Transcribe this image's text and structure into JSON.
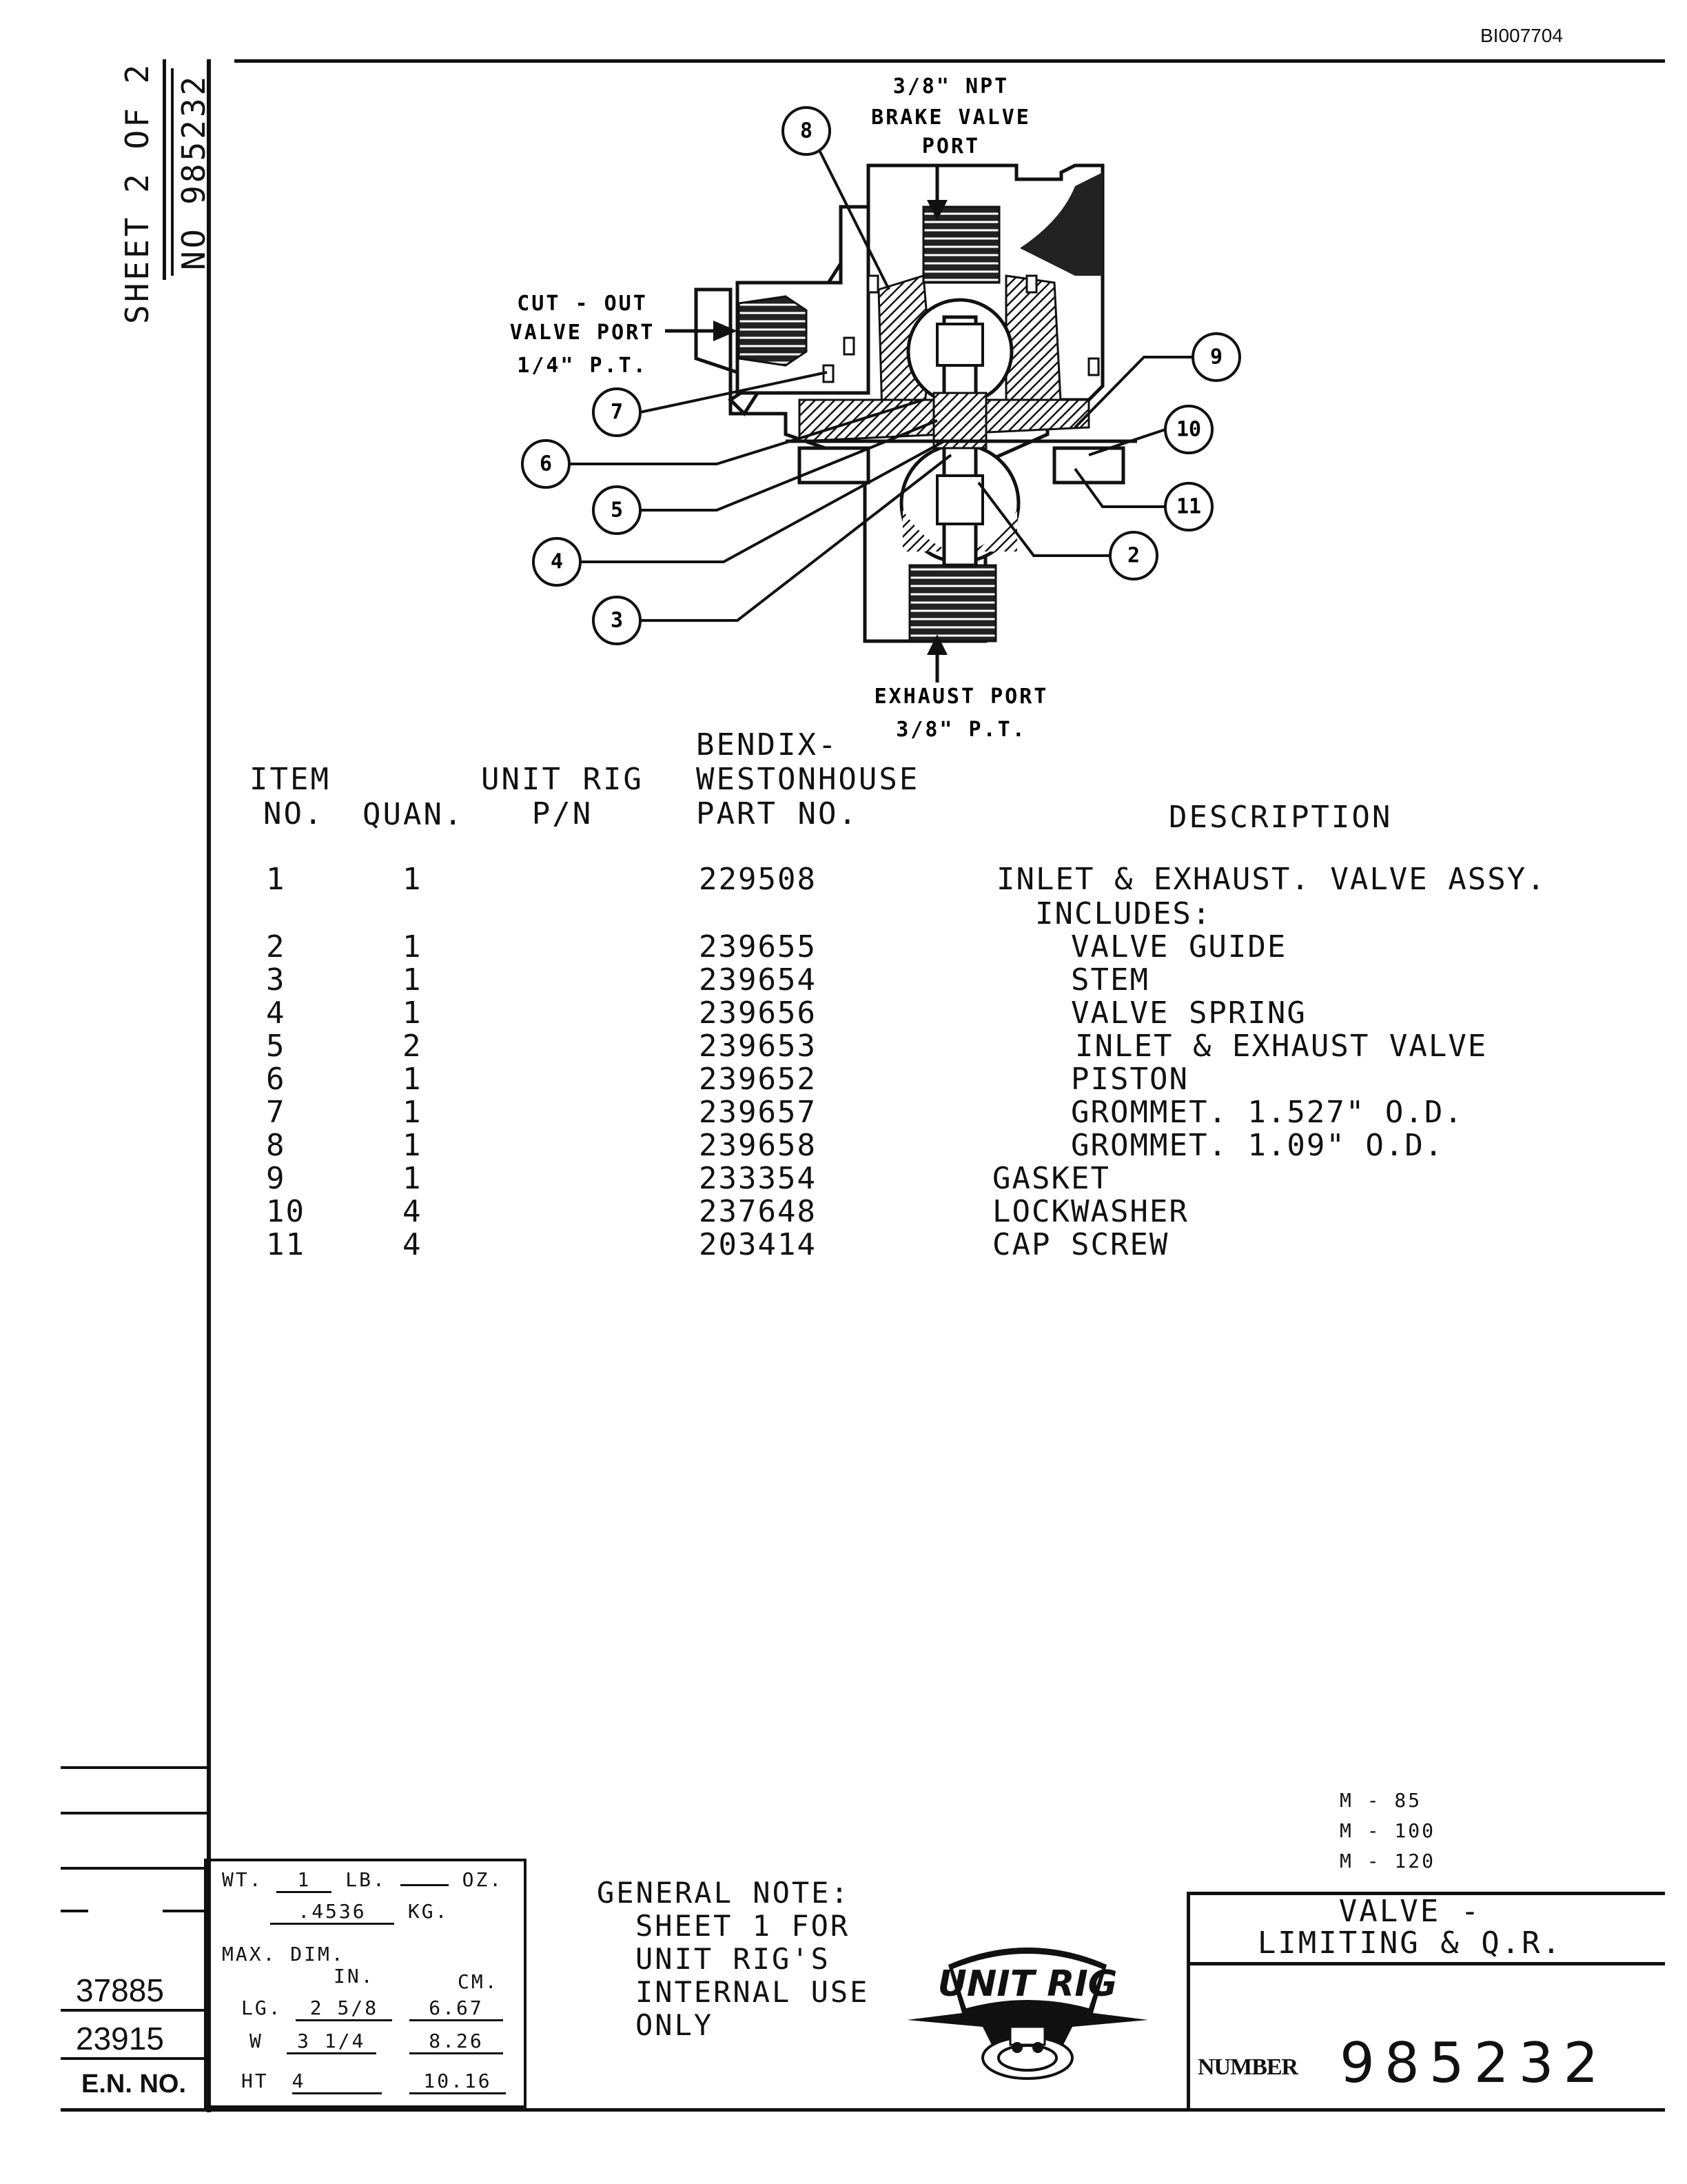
{
  "doc_id": "BI007704",
  "sheet_label": "SHEET 2 OF 2",
  "sheet_no": "NO 985232",
  "drawing": {
    "callouts": [
      "8",
      "9",
      "10",
      "11",
      "2",
      "3",
      "4",
      "5",
      "6",
      "7"
    ],
    "brake_port": [
      "3/8\" NPT",
      "BRAKE VALVE",
      "PORT"
    ],
    "cutout_port": [
      "CUT - OUT",
      "VALVE PORT",
      "1/4\" P.T."
    ],
    "exhaust_port": [
      "EXHAUST PORT",
      "3/8\" P.T."
    ]
  },
  "table": {
    "headers": {
      "item": [
        "ITEM",
        "NO."
      ],
      "quan": "QUAN.",
      "unitrig": [
        "UNIT RIG",
        "P/N"
      ],
      "bendix": [
        "BENDIX-",
        "WESTONHOUSE",
        "PART NO."
      ],
      "desc": "DESCRIPTION"
    },
    "rows": [
      {
        "item": "1",
        "quan": "1",
        "part": "229508",
        "desc": "INLET & EXHAUST. VALVE ASSY."
      },
      {
        "item": "",
        "quan": "",
        "part": "",
        "desc": "INCLUDES:"
      },
      {
        "item": "2",
        "quan": "1",
        "part": "239655",
        "desc": "VALVE GUIDE"
      },
      {
        "item": "3",
        "quan": "1",
        "part": "239654",
        "desc": "STEM"
      },
      {
        "item": "4",
        "quan": "1",
        "part": "239656",
        "desc": "VALVE SPRING"
      },
      {
        "item": "5",
        "quan": "2",
        "part": "239653",
        "desc": "INLET & EXHAUST VALVE"
      },
      {
        "item": "6",
        "quan": "1",
        "part": "239652",
        "desc": "PISTON"
      },
      {
        "item": "7",
        "quan": "1",
        "part": "239657",
        "desc": "GROMMET. 1.527\" O.D."
      },
      {
        "item": "8",
        "quan": "1",
        "part": "239658",
        "desc": "GROMMET. 1.09\" O.D."
      },
      {
        "item": "9",
        "quan": "1",
        "part": "233354",
        "desc": "GASKET"
      },
      {
        "item": "10",
        "quan": "4",
        "part": "237648",
        "desc": "LOCKWASHER"
      },
      {
        "item": "11",
        "quan": "4",
        "part": "203414",
        "desc": "CAP SCREW"
      }
    ]
  },
  "models": [
    "M - 85",
    "M - 100",
    "M - 120"
  ],
  "title_block": {
    "wt_label": "WT.",
    "wt_lb": "1",
    "lb_label": "LB.",
    "oz_label": "OZ.",
    "kg": ".4536",
    "kg_label": "KG.",
    "maxdim_label": "MAX. DIM.",
    "in_label": "IN.",
    "cm_label": "CM.",
    "lg_label": "LG.",
    "lg_in": "2 5/8",
    "lg_cm": "6.67",
    "w_label": "W",
    "w_in": "3 1/4",
    "w_cm": "8.26",
    "ht_label": "HT",
    "ht_in": "4",
    "ht_cm": "10.16",
    "general_note": [
      "GENERAL NOTE:",
      "SHEET 1 FOR",
      "UNIT RIG'S",
      "INTERNAL USE",
      "ONLY"
    ],
    "logo_text": "UNIT RIG",
    "title": [
      "VALVE -",
      "LIMITING & Q.R."
    ],
    "number_label": "NUMBER",
    "number": "985232",
    "en_numbers": [
      "37885",
      "23915"
    ],
    "en_label": "E.N. NO."
  }
}
